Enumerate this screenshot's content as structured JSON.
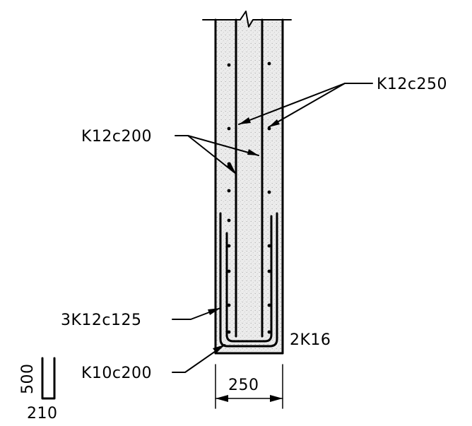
{
  "drawing": {
    "labels": {
      "k12c250": "K12c250",
      "k12c200": "K12c200",
      "k12c125": "3K12c125",
      "k10c200": "K10c200",
      "k16": "2K16",
      "width": "250",
      "stirrup_height": "500",
      "stirrup_width": "210"
    }
  }
}
